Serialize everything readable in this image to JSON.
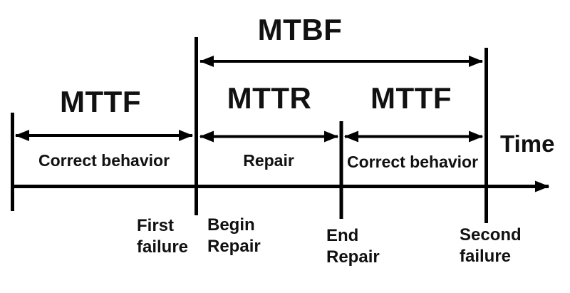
{
  "diagram": {
    "background": "#ffffff",
    "line_color": "#000000",
    "text_color": "#111111",
    "mtbf_label": "MTBF",
    "axis_label": "Time",
    "intervals": [
      {
        "label": "MTTF",
        "sublabel": "Correct behavior"
      },
      {
        "label": "MTTR",
        "sublabel": "Repair"
      },
      {
        "label": "MTTF",
        "sublabel": "Correct behavior"
      }
    ],
    "events": [
      {
        "line1": "First",
        "line2": "failure"
      },
      {
        "line1": "Begin",
        "line2": "Repair"
      },
      {
        "line1": "End",
        "line2": "Repair"
      },
      {
        "line1": "Second",
        "line2": "failure"
      }
    ]
  }
}
